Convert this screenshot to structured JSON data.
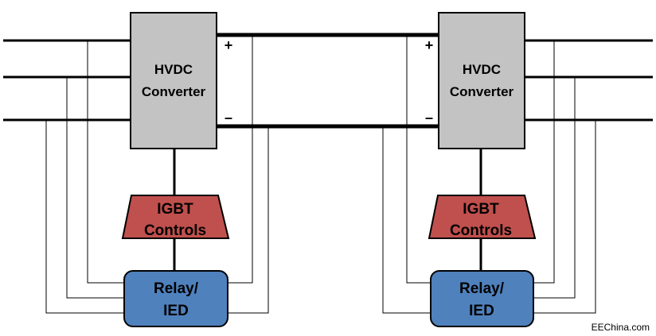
{
  "left_station": {
    "converter": {
      "line1": "HVDC",
      "line2": "Converter"
    },
    "plus": "+",
    "minus": "–",
    "controls": {
      "line1": "IGBT",
      "line2": "Controls"
    },
    "relay": {
      "line1": "Relay/",
      "line2": "IED"
    }
  },
  "right_station": {
    "converter": {
      "line1": "HVDC",
      "line2": "Converter"
    },
    "plus": "+",
    "minus": "–",
    "controls": {
      "line1": "IGBT",
      "line2": "Controls"
    },
    "relay": {
      "line1": "Relay/",
      "line2": "IED"
    }
  },
  "watermark": "EEChina.com",
  "colors": {
    "converter_fill": "#c3c3c3",
    "controls_fill": "#c0504d",
    "relay_fill": "#4f81bd",
    "line": "#000000"
  }
}
